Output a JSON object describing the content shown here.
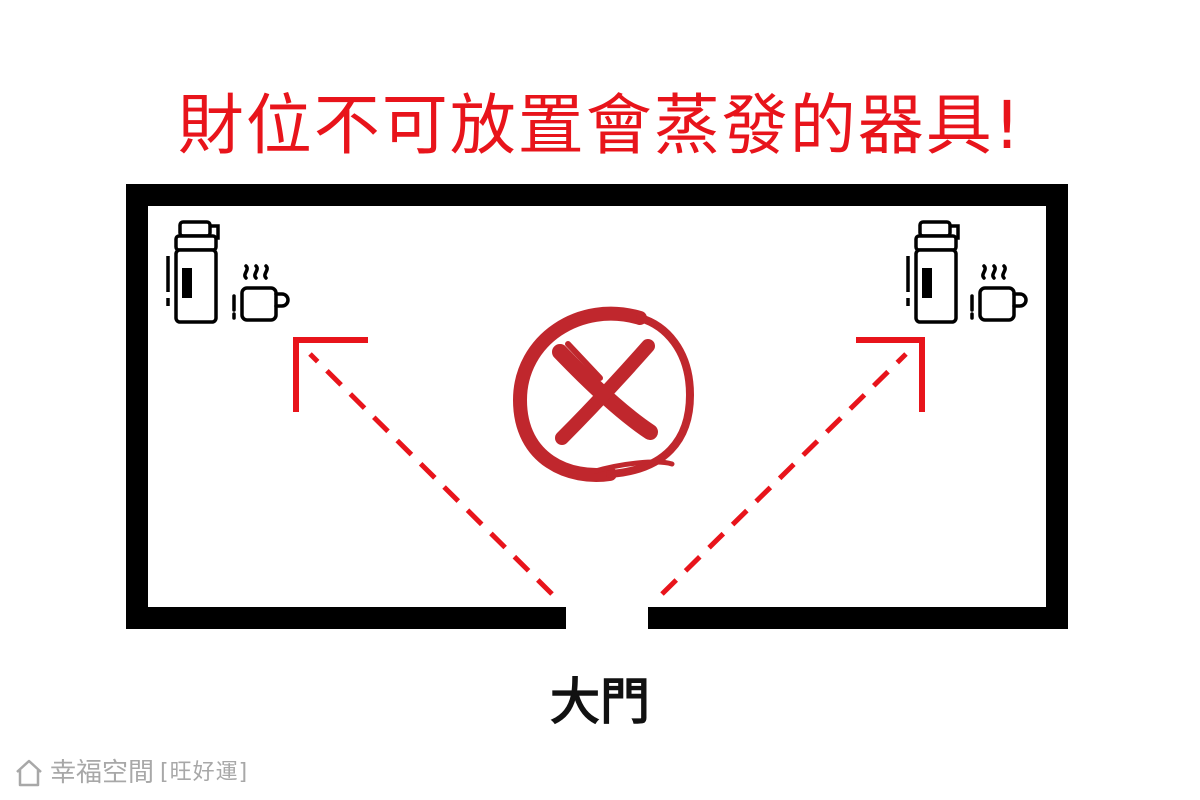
{
  "title": "財位不可放置會蒸發的器具!",
  "door_label": "大門",
  "colors": {
    "accent_red": "#e8141b",
    "stamp_red": "#c0272d",
    "wall": "#000000",
    "watermark": "#a8a8a8"
  },
  "icons": {
    "left_corner": [
      "thermos-icon",
      "steaming-cup-icon"
    ],
    "right_corner": [
      "thermos-icon",
      "steaming-cup-icon"
    ],
    "center": "forbidden-cross-icon"
  },
  "watermark": {
    "brand": "幸福空間",
    "sub": "[旺好運]",
    "icon": "house-icon"
  }
}
